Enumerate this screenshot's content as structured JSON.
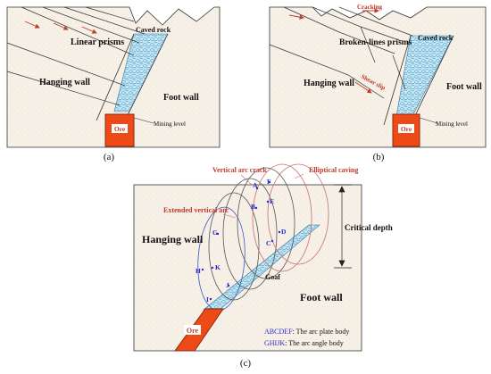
{
  "panel_a": {
    "caved_rock": "Caved rock",
    "linear_prisms": "Linear prisms",
    "hanging_wall": "Hanging wall",
    "foot_wall": "Foot wall",
    "mining_level": "Mining level",
    "ore": "Ore",
    "caption": "(a)"
  },
  "panel_b": {
    "cracking": "Cracking",
    "broken_lines_prisms": "Broken-lines prisms",
    "caved_rock": "Caved rock",
    "shear_slip": "Shear slip",
    "hanging_wall": "Hanging wall",
    "foot_wall": "Foot wall",
    "mining_level": "Mining level",
    "ore": "Ore",
    "caption": "(b)"
  },
  "panel_c": {
    "vertical_arc_crack": "Vertical arc crack",
    "elliptical_caving": "Elliptical caving",
    "extended_vertical_arc": "Extended vertical arc",
    "critical_depth": "Critical depth",
    "hanging_wall": "Hanging wall",
    "foot_wall": "Foot wall",
    "goaf": "Goaf",
    "ore": "Ore",
    "points": {
      "A": "A",
      "B": "B",
      "C": "C",
      "D": "D",
      "E": "E",
      "F": "F",
      "G": "G",
      "H": "H",
      "I": "I",
      "J": "J",
      "K": "K"
    },
    "legend_1_key": "ABCDEF",
    "legend_1_text": ": The arc plate body",
    "legend_2_key": "GHIJK",
    "legend_2_text": ": The arc angle body",
    "caption": "(c)"
  },
  "colors": {
    "rock_fill": "#f6f0e6",
    "ore_fill": "#ee4a18",
    "ore_border": "#8a2a0a",
    "caved_fill": "#bfe6f5",
    "red_label": "#c0392b",
    "blue_label": "#2a2ad0",
    "arc_dark": "#555555",
    "arc_red": "#c87070",
    "arc_blue": "#3a56c8"
  }
}
